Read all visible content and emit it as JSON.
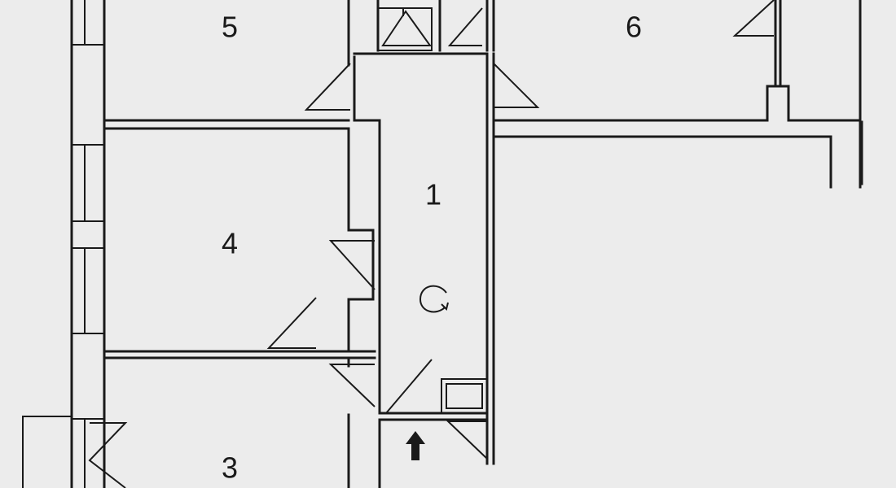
{
  "rooms": [
    {
      "id": "room-1",
      "label": "1"
    },
    {
      "id": "room-3",
      "label": "3"
    },
    {
      "id": "room-4",
      "label": "4"
    },
    {
      "id": "room-5",
      "label": "5"
    },
    {
      "id": "room-6",
      "label": "6"
    }
  ],
  "symbols": {
    "entrance": "entrance-arrow-icon",
    "stair_rotation": "rotation-arrow-icon"
  },
  "colors": {
    "background": "#ececec",
    "line": "#1a1a1a"
  }
}
